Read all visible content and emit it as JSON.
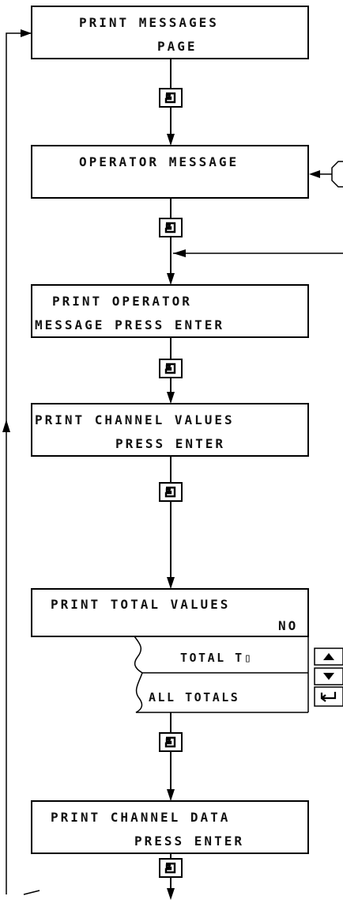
{
  "screens": [
    {
      "id": "print-messages-page",
      "lines": [
        "PRINT MESSAGES",
        "PAGE"
      ]
    },
    {
      "id": "operator-message",
      "lines": [
        "OPERATOR MESSAGE"
      ]
    },
    {
      "id": "print-operator-message",
      "lines": [
        "PRINT OPERATOR",
        "MESSAGE PRESS ENTER"
      ]
    },
    {
      "id": "print-channel-values",
      "lines": [
        "PRINT CHANNEL VALUES",
        "PRESS ENTER"
      ]
    },
    {
      "id": "print-total-values",
      "lines": [
        "PRINT TOTAL VALUES",
        "NO"
      ]
    },
    {
      "id": "print-channel-data",
      "lines": [
        "PRINT CHANNEL DATA",
        "PRESS ENTER"
      ]
    }
  ],
  "total_options": [
    "TOTAL T▯",
    "ALL TOTALS"
  ],
  "keys": {
    "enter": "enter-key",
    "up": "up-arrow-key",
    "down": "down-arrow-key",
    "return": "return-key"
  }
}
